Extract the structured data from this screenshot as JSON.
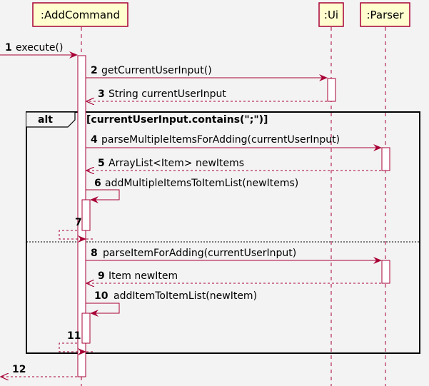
{
  "participants": [
    {
      "id": "addcmd",
      "label": ":AddCommand"
    },
    {
      "id": "ui",
      "label": ":Ui"
    },
    {
      "id": "parser",
      "label": ":Parser"
    }
  ],
  "messages": [
    {
      "num": "1",
      "text": "execute()"
    },
    {
      "num": "2",
      "text": "getCurrentUserInput()"
    },
    {
      "num": "3",
      "text": "String currentUserInput"
    },
    {
      "num": "4",
      "text": "parseMultipleItemsForAdding(currentUserInput)"
    },
    {
      "num": "5",
      "text": "ArrayList<Item> newItems"
    },
    {
      "num": "6",
      "text": "addMultipleItemsToItemList(newItems)"
    },
    {
      "num": "7",
      "text": ""
    },
    {
      "num": "8",
      "text": "parseItemForAdding(currentUserInput)"
    },
    {
      "num": "9",
      "text": "Item newItem"
    },
    {
      "num": "10",
      "text": "addItemToItemList(newItem)"
    },
    {
      "num": "11",
      "text": ""
    },
    {
      "num": "12",
      "text": ""
    }
  ],
  "fragment": {
    "keyword": "alt",
    "guard": "[currentUserInput.contains(\";\")]"
  },
  "colors": {
    "background": "#f3f3f3",
    "participant_fill": "#fefece",
    "participant_border": "#a80036",
    "arrow": "#a80036",
    "frame": "#000000"
  }
}
